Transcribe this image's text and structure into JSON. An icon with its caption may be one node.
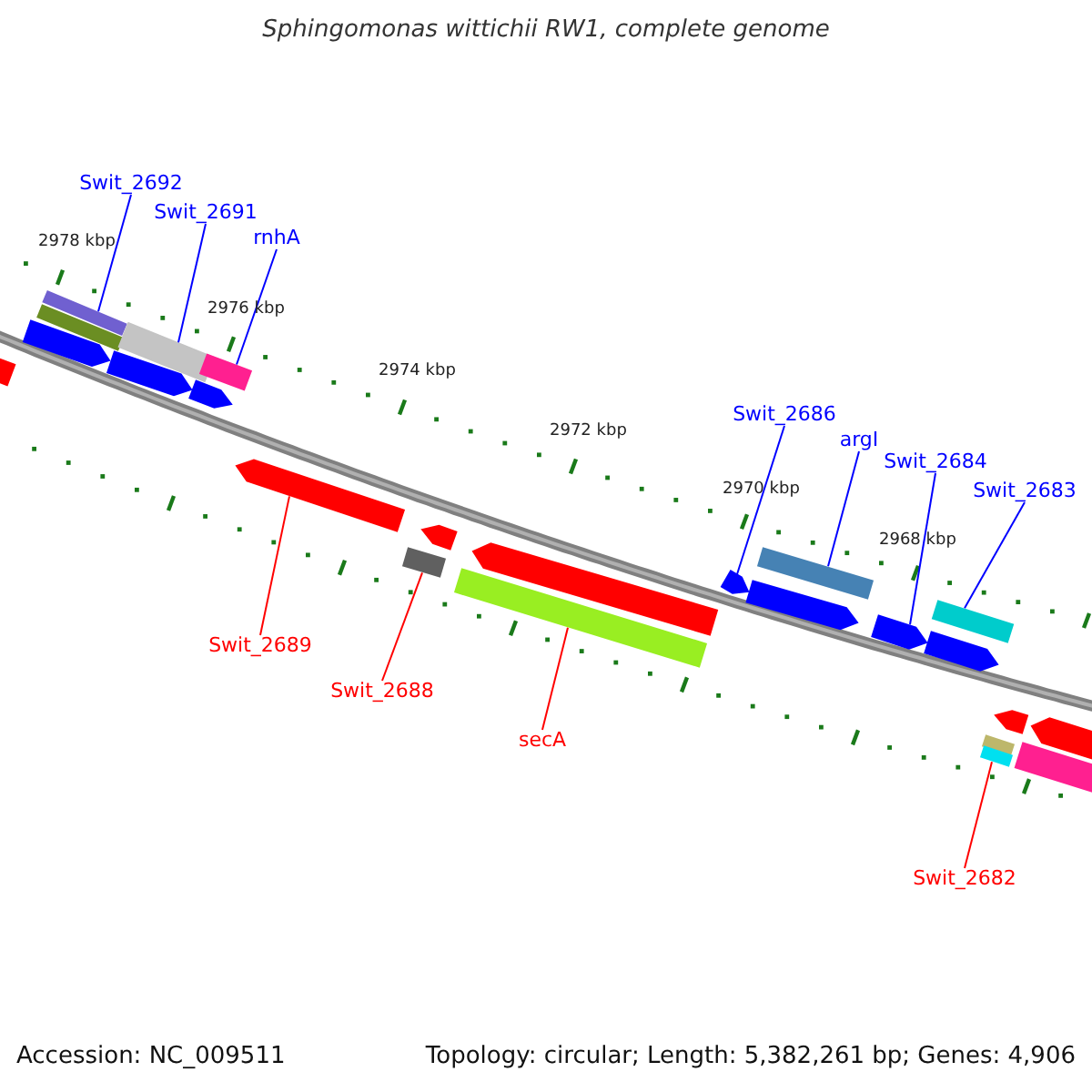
{
  "diagram": {
    "title": "Sphingomonas wittichii RW1, complete genome",
    "nodes": [
      {
        "text": [
          "Swit_2692"
        ]
      },
      {
        "text": [
          "Swit_2691"
        ]
      },
      {
        "text": [
          "rnhA"
        ]
      },
      {
        "text": [
          "Swit_2686"
        ]
      },
      {
        "text": [
          "argI"
        ]
      },
      {
        "text": [
          "Swit_2684"
        ]
      },
      {
        "text": [
          "Swit_2683"
        ]
      },
      {
        "text": [
          "Swit_2689"
        ]
      },
      {
        "text": [
          "Swit_2688"
        ]
      },
      {
        "text": [
          "secA"
        ]
      },
      {
        "text": [
          "Swit_2682"
        ]
      },
      {
        "text": [],
        "shape": "bar"
      },
      {
        "text": [],
        "shape": "bar"
      },
      {
        "text": [],
        "shape": "bar"
      },
      {
        "text": [],
        "shape": "bar"
      },
      {
        "text": [],
        "shape": "bar"
      },
      {
        "text": [],
        "shape": "bar"
      },
      {
        "text": [],
        "shape": "bar"
      },
      {
        "text": [],
        "shape": "bar"
      },
      {
        "text": [],
        "shape": "bar"
      },
      {
        "text": [],
        "shape": "bar"
      },
      {
        "text": [],
        "shape": "bar"
      }
    ],
    "edges": [
      {
        "from": 0,
        "to": 11,
        "arrow": "none"
      },
      {
        "from": 1,
        "to": 12,
        "arrow": "none"
      },
      {
        "from": 2,
        "to": 13,
        "arrow": "none"
      },
      {
        "from": 3,
        "to": 17,
        "arrow": "none"
      },
      {
        "from": 4,
        "to": 18,
        "arrow": "none"
      },
      {
        "from": 5,
        "to": 19,
        "arrow": "none"
      },
      {
        "from": 6,
        "to": 20,
        "arrow": "none"
      },
      {
        "from": 7,
        "to": 14,
        "arrow": "none",
        "color": "#ff0000"
      },
      {
        "from": 8,
        "to": 15,
        "arrow": "none",
        "color": "#ff0000"
      },
      {
        "from": 9,
        "to": 16,
        "arrow": "none",
        "color": "#ff0000"
      },
      {
        "from": 10,
        "to": 21,
        "arrow": "none",
        "color": "#ff0000"
      }
    ],
    "labels": [
      "2978 kbp",
      "2976 kbp",
      "2974 kbp",
      "2972 kbp",
      "2970 kbp",
      "2968 kbp",
      "Accession: NC_009511",
      "Topology: circular; Length: 5,382,261 bp; Genes: 4,906"
    ]
  }
}
